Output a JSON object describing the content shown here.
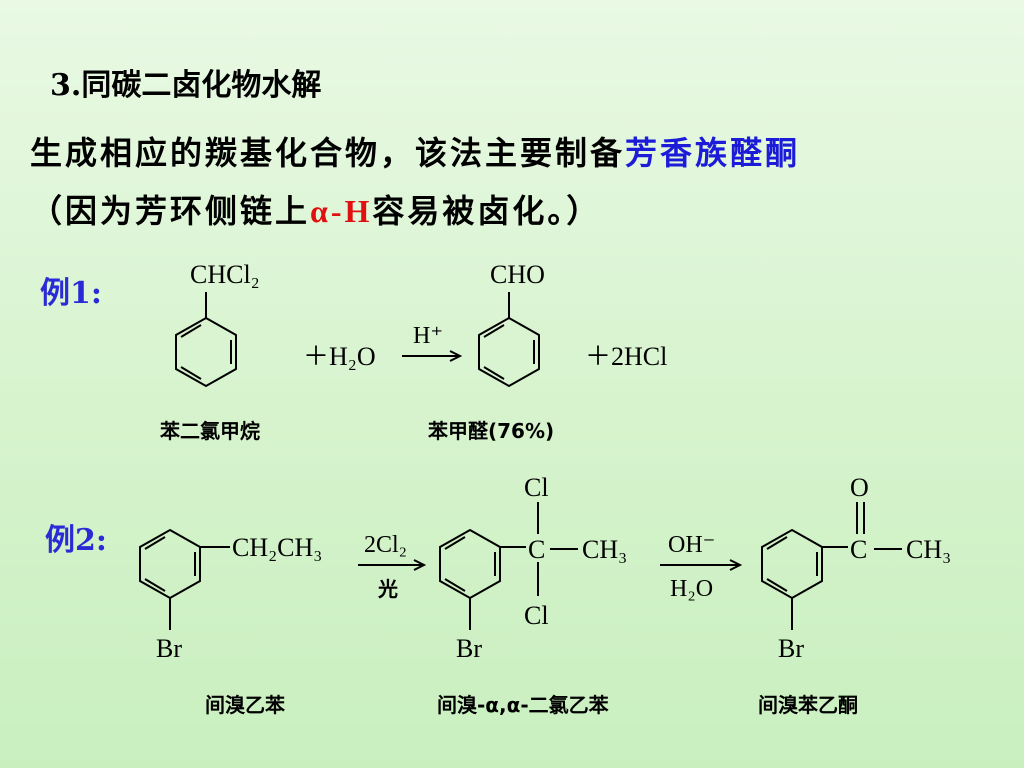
{
  "title": "3.同碳二卤化物水解",
  "intro": {
    "line1_prefix": "生成相应的羰基化合物，该法主要制备",
    "line1_highlight": "芳香族醛酮",
    "line2_prefix": "（因为芳环侧链上",
    "line2_highlight": "α-H",
    "line2_suffix": "容易被卤化。）"
  },
  "example1": {
    "label": "例1:",
    "reactant_sub": "CHCl₂",
    "plus_reagent": "＋H₂O",
    "arrow_top": "H⁺",
    "product_sub": "CHO",
    "byproduct": "＋2HCl",
    "reactant_name": "苯二氯甲烷",
    "product_name": "苯甲醛(76%)"
  },
  "example2": {
    "label": "例2:",
    "reactant_sub": "CH₂CH₃",
    "reactant_br": "Br",
    "arrow1_top": "2Cl₂",
    "arrow1_bottom": "光",
    "mid_cl_top": "Cl",
    "mid_c": "C",
    "mid_ch3": "CH₃",
    "mid_cl_bottom": "Cl",
    "mid_br": "Br",
    "arrow2_top": "OH⁻",
    "arrow2_bottom": "H₂O",
    "prod_o": "O",
    "prod_c": "C",
    "prod_ch3": "CH₃",
    "prod_br": "Br",
    "reactant_name": "间溴乙苯",
    "mid_name": "间溴-α,α-二氯乙苯",
    "product_name": "间溴苯乙酮"
  },
  "colors": {
    "highlight_blue": "#1b1bd8",
    "highlight_red": "#e01010",
    "label_blue": "#2a2ad6"
  }
}
